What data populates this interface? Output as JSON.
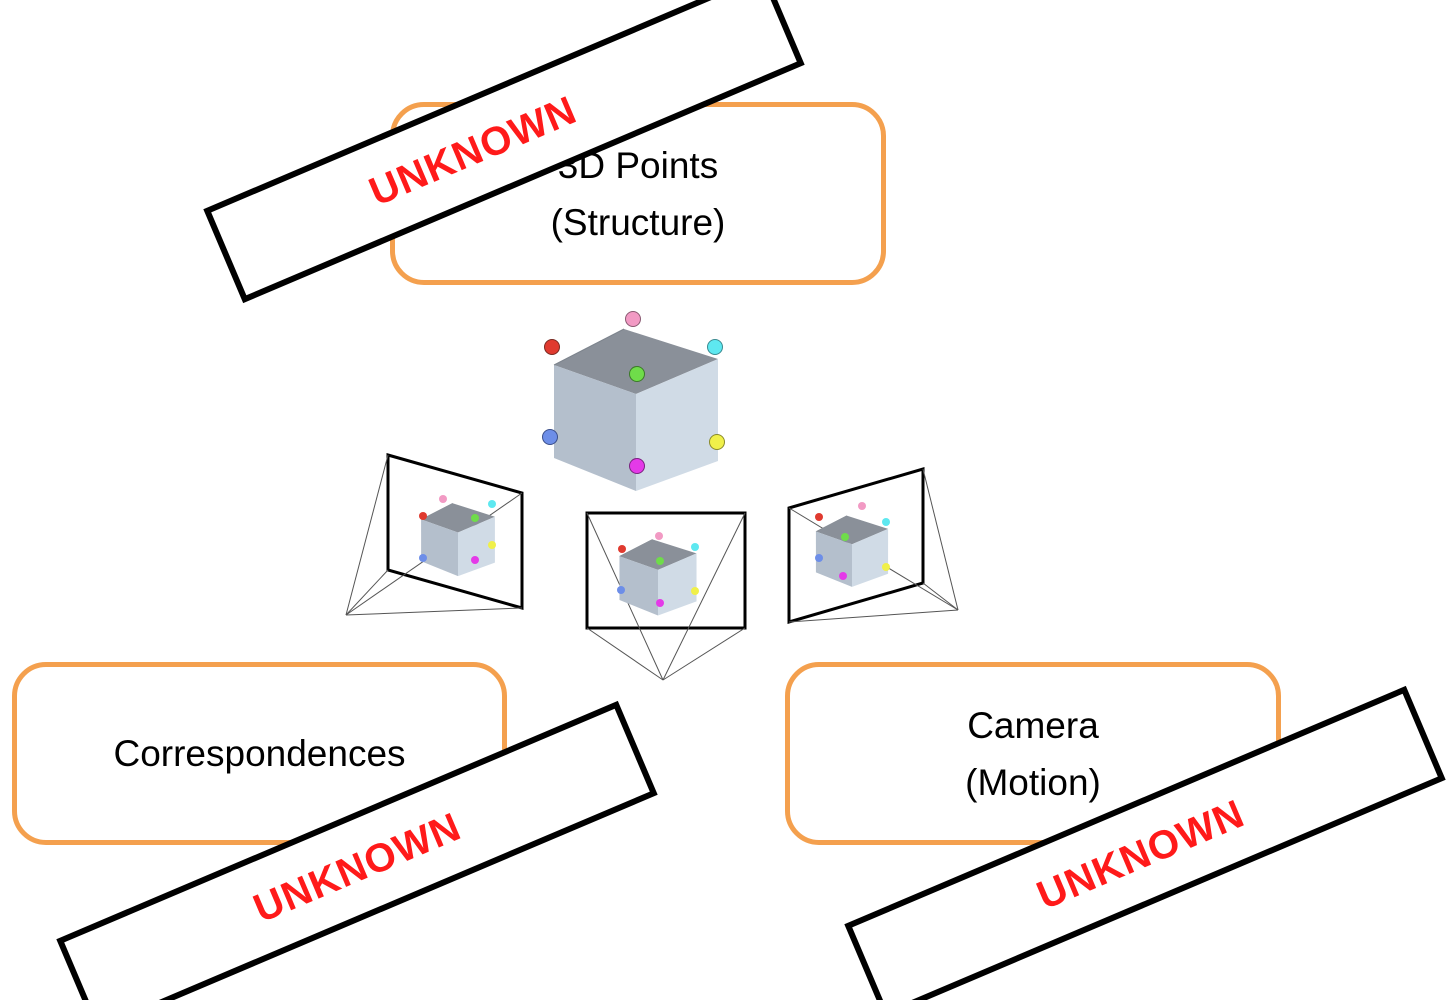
{
  "nodes": {
    "structure": {
      "line1": "3D Points",
      "line2": "(Structure)"
    },
    "correspondences": {
      "label": "Correspondences"
    },
    "motion": {
      "line1": "Camera",
      "line2": "(Motion)"
    }
  },
  "stamps": {
    "structure_stamp": "UNKNOWN",
    "correspondences_stamp": "UNKNOWN",
    "motion_stamp": "UNKNOWN"
  },
  "colors": {
    "box_border": "#f4a04e",
    "stamp_text": "#ff1a1a",
    "cube_top": "#8a9099",
    "cube_left": "#b4bfcc",
    "cube_right": "#d0dbe6",
    "vertex_colors": [
      "#e03a2f",
      "#f29ac4",
      "#5ee8f0",
      "#6fdc4a",
      "#6d8ee8",
      "#f0f04a",
      "#e43ae8"
    ]
  },
  "icons": [
    "cube-icon",
    "camera-frustum-icon"
  ]
}
